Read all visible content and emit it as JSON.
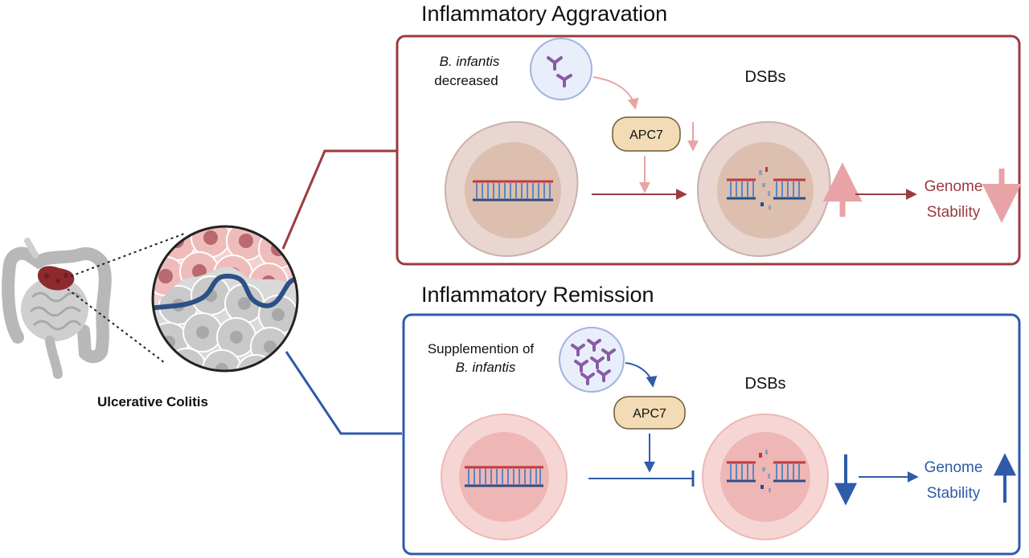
{
  "colitis_label": "Ulcerative Colitis",
  "aggravation": {
    "title": "Inflammatory Aggravation",
    "bacteria_label_italic": "B. infantis",
    "bacteria_label_rest": "decreased",
    "protein": "APC7",
    "dsbs": "DSBs",
    "genome_line1": "Genome",
    "genome_line2": "Stability",
    "accent": "#9b3b3f",
    "arrow_light": "#e8a3a6"
  },
  "remission": {
    "title": "Inflammatory Remission",
    "bacteria_label_line1": "Supplemention of",
    "bacteria_label_italic": "B. infantis",
    "protein": "APC7",
    "dsbs": "DSBs",
    "genome_line1": "Genome",
    "genome_line2": "Stability",
    "accent": "#2f5ba8"
  }
}
